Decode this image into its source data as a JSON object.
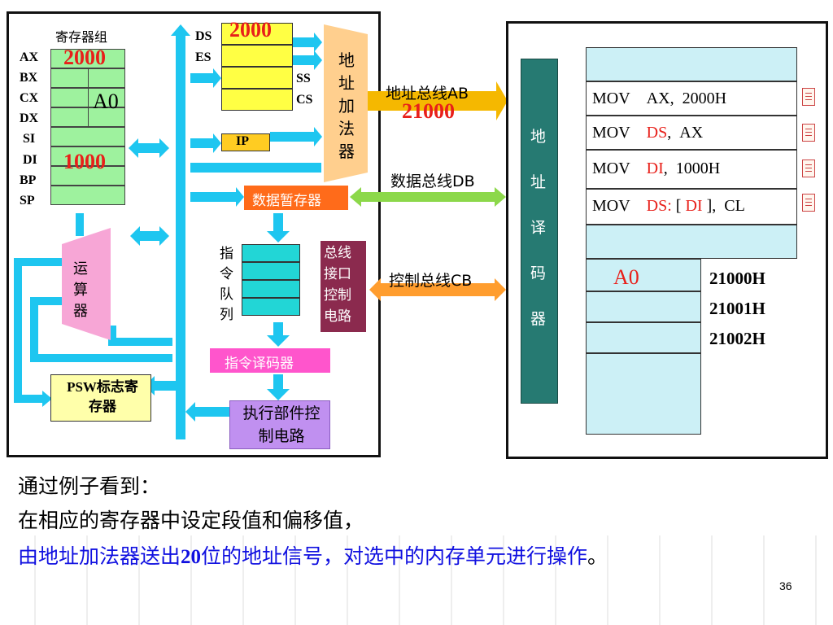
{
  "left_panel": {
    "register_group_title": "寄存器组",
    "registers": [
      "AX",
      "BX",
      "CX",
      "DX",
      "SI",
      "DI",
      "BP",
      "SP"
    ],
    "ax_value": "2000",
    "cx_value": "A0",
    "di_value": "1000",
    "segment_labels": {
      "ds": "DS",
      "es": "ES",
      "ss": "SS",
      "cs": "CS"
    },
    "ds_value": "2000",
    "ip_label": "IP",
    "address_adder": "地址加法器",
    "data_temp_register": "数据暂存器",
    "instruction_queue": "指令队列",
    "bus_interface": "总线接口控制电路",
    "alu": "运算器",
    "psw": "PSW标志寄存器",
    "instruction_decoder": "指令译码器",
    "exec_control": "执行部件控制电路"
  },
  "buses": {
    "address_bus": "地址总线AB",
    "address_value": "21000",
    "data_bus": "数据总线DB",
    "control_bus": "控制总线CB"
  },
  "right_panel": {
    "address_decoder": "地址译码器",
    "instructions": [
      {
        "op": "MOV",
        "operand_a": "AX",
        "sep": ",",
        "operand_b": "2000H"
      },
      {
        "op": "MOV",
        "operand_a": "DS",
        "sep": ",",
        "operand_b": "AX"
      },
      {
        "op": "MOV",
        "operand_a": "DI",
        "sep": ",",
        "operand_b": "1000H"
      },
      {
        "op": "MOV",
        "operand_a": "DS:",
        "bracket_open": "[",
        "operand_mid": "DI",
        "bracket_close": "]",
        "sep": ",",
        "operand_b": "CL"
      }
    ],
    "memory_cell_value": "A0",
    "addresses": [
      "21000H",
      "21001H",
      "21002H"
    ]
  },
  "caption": {
    "line1": "通过例子看到：",
    "line2": "在相应的寄存器中设定段值和偏移值，",
    "line3_prefix": "由地址加法器送出",
    "line3_num": "20",
    "line3_suffix": "位的地址信号，对选中的内存单元进行操作",
    "line3_end": "。"
  },
  "page_number": "36",
  "colors": {
    "bus_blue": "#1ec6f0",
    "addr_orange": "#f5b800",
    "data_green": "#8cd84a",
    "ctrl_orange": "#ff9d2e",
    "accent_red": "#e8201a",
    "register_green": "#9ef29e",
    "segment_yellow": "#ffff44",
    "decoder_teal": "#267a72",
    "memory_cyan": "#ccf0f6",
    "alu_pink": "#f7a6d6",
    "bus_if_maroon": "#8b2a4e",
    "exec_purple": "#c090f0",
    "decoder_pink": "#ff55cc",
    "temp_orange": "#ff6b1a",
    "caption_blue": "#1010e0"
  }
}
